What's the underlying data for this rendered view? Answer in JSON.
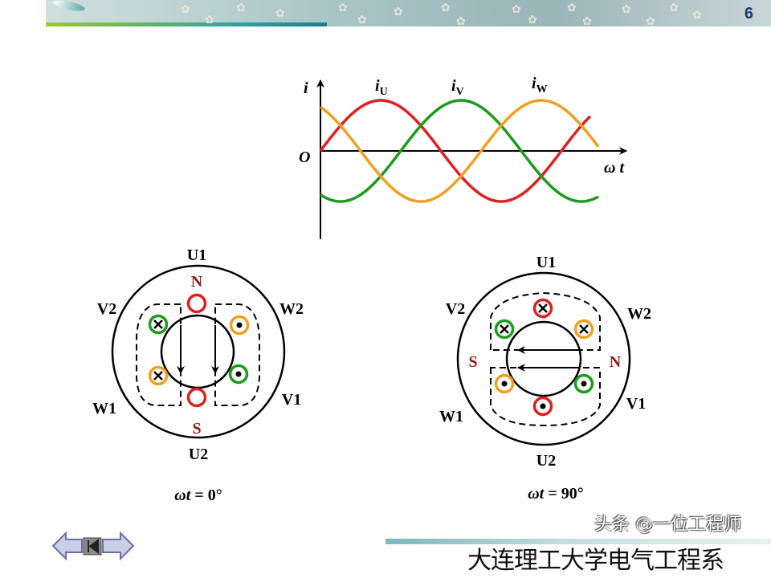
{
  "header": {
    "page_number": "6"
  },
  "waveform": {
    "axis_y_label": "i",
    "axis_x_label": "ω t",
    "origin_label": "O",
    "series": [
      {
        "symbol": "i",
        "subscript": "U",
        "color": "#e02020",
        "phase_deg": 0
      },
      {
        "symbol": "i",
        "subscript": "V",
        "color": "#1e9a1e",
        "phase_deg": -120
      },
      {
        "symbol": "i",
        "subscript": "W",
        "color": "#f0a020",
        "phase_deg": -240
      }
    ]
  },
  "diagrams": [
    {
      "caption": {
        "omega": "ω",
        "t": "t",
        "rest": " = 0°"
      },
      "terminals": {
        "U1": "U1",
        "U2": "U2",
        "V1": "V1",
        "V2": "V2",
        "W1": "W1",
        "W2": "W2"
      },
      "poles": {
        "top": "N",
        "bottom": "S"
      },
      "conductors": [
        {
          "phase": "U1",
          "color": "#e02020",
          "current": "none"
        },
        {
          "phase": "U2",
          "color": "#e02020",
          "current": "none"
        },
        {
          "phase": "V2",
          "color": "#1e9a1e",
          "current": "into"
        },
        {
          "phase": "V1",
          "color": "#1e9a1e",
          "current": "out"
        },
        {
          "phase": "W1",
          "color": "#f0a020",
          "current": "into"
        },
        {
          "phase": "W2",
          "color": "#f0a020",
          "current": "out"
        }
      ],
      "field_direction": "down"
    },
    {
      "caption": {
        "omega": "ω",
        "t": "t",
        "rest": " = 90°"
      },
      "terminals": {
        "U1": "U1",
        "U2": "U2",
        "V1": "V1",
        "V2": "V2",
        "W1": "W1",
        "W2": "W2"
      },
      "poles": {
        "left": "S",
        "right": "N"
      },
      "conductors": [
        {
          "phase": "U1",
          "color": "#e02020",
          "current": "into"
        },
        {
          "phase": "U2",
          "color": "#e02020",
          "current": "out"
        },
        {
          "phase": "V2",
          "color": "#1e9a1e",
          "current": "into"
        },
        {
          "phase": "V1",
          "color": "#1e9a1e",
          "current": "out"
        },
        {
          "phase": "W1",
          "color": "#f0a020",
          "current": "out"
        },
        {
          "phase": "W2",
          "color": "#f0a020",
          "current": "into"
        }
      ],
      "field_direction": "left"
    }
  ],
  "footer": {
    "institution": "大连理工大学电气工程系",
    "watermark": "头条 @一位工程师",
    "nav": {
      "prev": "previous-arrow",
      "home": "first-slide",
      "next": "next-arrow"
    }
  }
}
